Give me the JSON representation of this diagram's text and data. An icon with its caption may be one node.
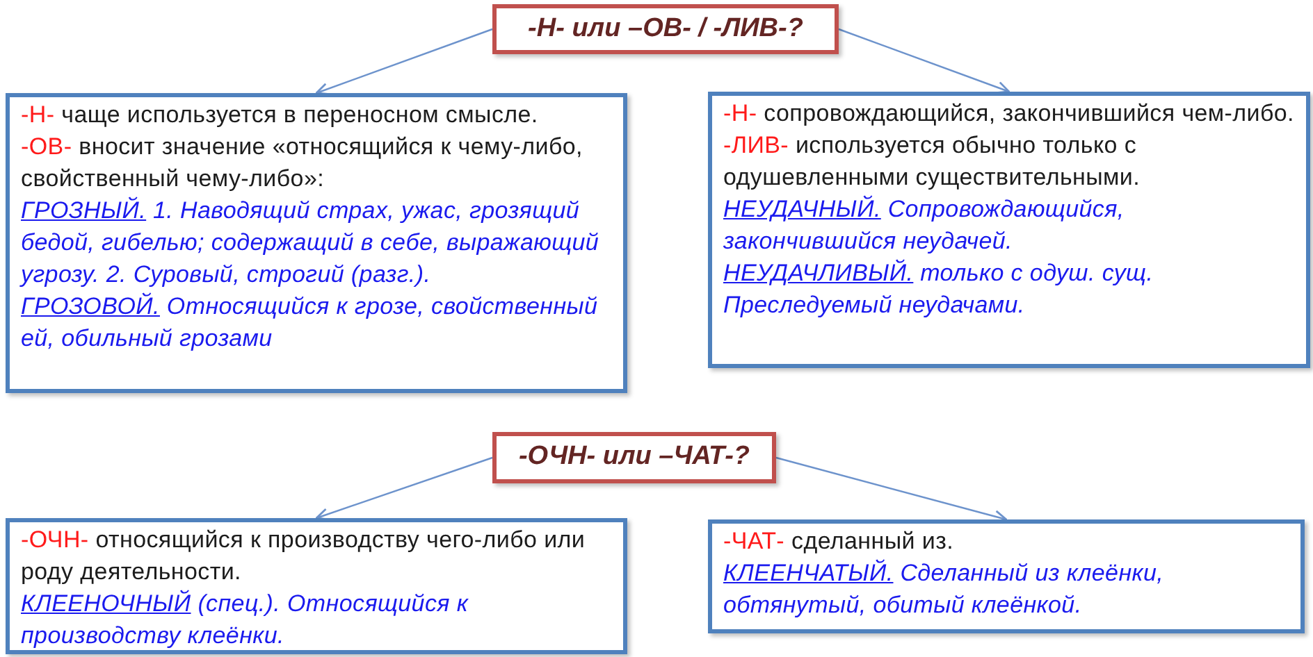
{
  "diagram": {
    "nodes": [
      {
        "text": [
          "-Н- или –ОВ- / -ЛИВ-?"
        ]
      },
      {
        "text": [
          "-Н-",
          "чаще используется в переносном смысле.",
          "-ОВ-",
          "вносит значение «относящийся к чему-либо, свойственный чему-либо»:",
          "ГРОЗНЫЙ.",
          "1. Наводящий страх, ужас, грозящий бедой, гибелью; содержащий в себе, выражающий угрозу. 2. Суровый, строгий (разг.).",
          "ГРОЗОВОЙ.",
          "Относящийся к грозе, свойственный ей, обильный грозами"
        ]
      },
      {
        "text": [
          "-Н-",
          "сопровождающийся, закончившийся чем-либо.",
          "-ЛИВ-",
          "используется обычно только с одушевленными существительными.",
          "НЕУДАЧНЫЙ.",
          "Сопровождающийся, закончившийся неудачей.",
          "НЕУДАЧЛИВЫЙ.",
          "только с одуш. сущ. Преследуемый неудачами."
        ]
      },
      {
        "text": [
          "-ОЧН- или –ЧАТ-?"
        ]
      },
      {
        "text": [
          "-ОЧН-",
          "относящийся к производству чего-либо или роду деятельности.",
          "КЛЕЕНОЧНЫЙ",
          "(спец.). Относящийся к производству клеёнки."
        ]
      },
      {
        "text": [
          "-ЧАТ-",
          "сделанный из.",
          "КЛЕЕНЧАТЫЙ.",
          "Сделанный из клеёнки, обтянутый, обитый клеёнкой."
        ]
      }
    ],
    "edges": [
      {
        "from": 0,
        "to": 1,
        "arrow": "to"
      },
      {
        "from": 0,
        "to": 2,
        "arrow": "to"
      },
      {
        "from": 3,
        "to": 4,
        "arrow": "to"
      },
      {
        "from": 3,
        "to": 5,
        "arrow": "to"
      }
    ]
  }
}
